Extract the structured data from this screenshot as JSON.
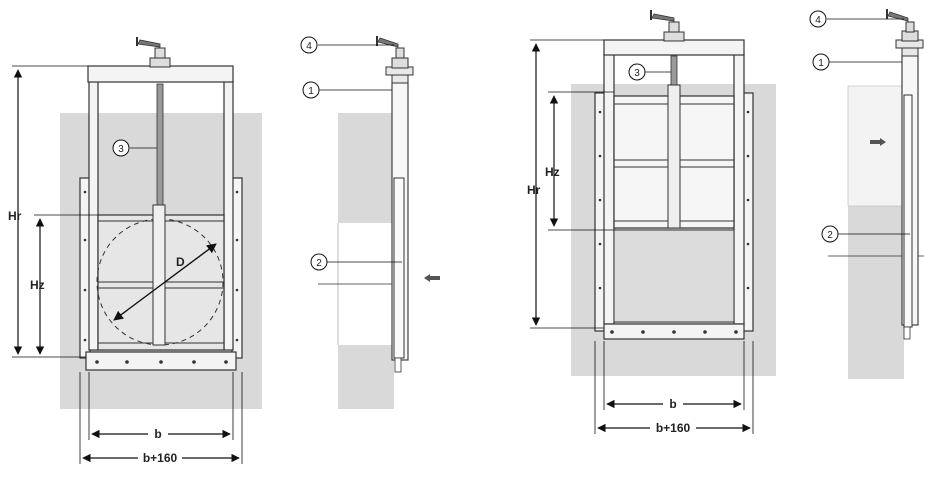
{
  "diagram": {
    "callouts": [
      "1",
      "2",
      "3",
      "4"
    ],
    "dims": {
      "hr": "Hr",
      "hz": "Hz",
      "b": "b",
      "b160": "b+160",
      "d": "D"
    }
  },
  "colors": {
    "wall": "#d9d9d9",
    "line": "#333333",
    "frame_fill": "#f4f4f4",
    "arrow": "#555555"
  }
}
